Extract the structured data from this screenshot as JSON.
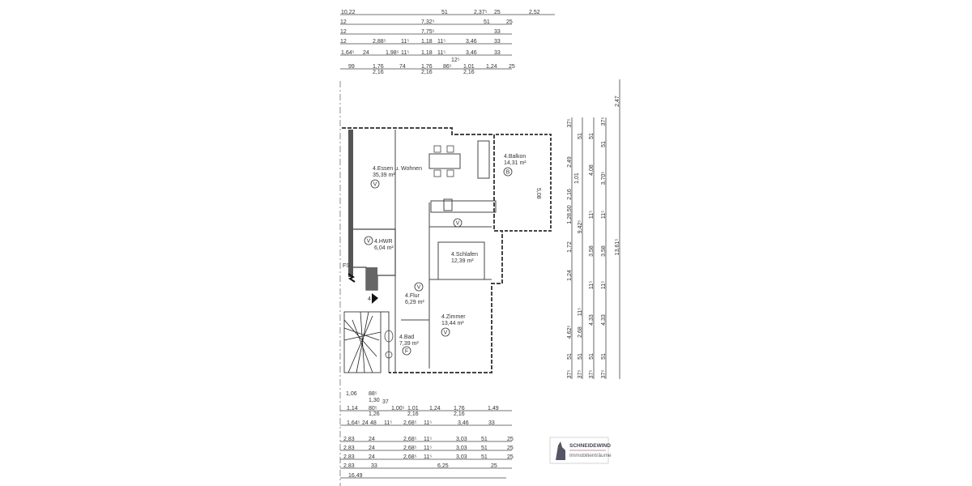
{
  "rooms": [
    {
      "name": "4.Essen u. Wohnen",
      "area": "35,39 m²",
      "tag": "V"
    },
    {
      "name": "4.Balkon",
      "area": "14,31 m²",
      "tag": "B"
    },
    {
      "name": "4.HWR",
      "area": "6,04 m²",
      "tag": "V"
    },
    {
      "name": "4.Schlafen",
      "area": "12,39 m²",
      "tag": ""
    },
    {
      "name": "4.Flur",
      "area": "6,29 m²",
      "tag": "V"
    },
    {
      "name": "4.Zimmer",
      "area": "13,44 m²",
      "tag": "V"
    },
    {
      "name": "4.Bad",
      "area": "7,39 m²",
      "tag": "F"
    }
  ],
  "extra_tags": [
    "V"
  ],
  "misc": {
    "fs": "FS",
    "stair_no": "4",
    "balcony_dim": "5,08"
  },
  "top_dims": [
    [
      "10,22",
      "51",
      "2,37⁵",
      "25",
      "2,52"
    ],
    [
      "12",
      "7,32⁵",
      "51",
      "25"
    ],
    [
      "12",
      "7,75⁵",
      "33"
    ],
    [
      "12",
      "2,88⁵",
      "11⁵",
      "1,18",
      "11⁵",
      "3,46",
      "33"
    ],
    [
      "1,64⁵",
      "24",
      "1,98⁵",
      "11⁵",
      "1,18",
      "11⁵",
      "3,46",
      "33"
    ],
    [
      "99",
      "1,76",
      "2,16",
      "74",
      "1,76",
      "2,16",
      "86⁵",
      "12⁵",
      "1,01",
      "2,16",
      "1,24",
      "25"
    ]
  ],
  "bottom_dims": [
    [
      "1,06",
      "88⁵",
      "1,30"
    ],
    [
      "1,14",
      "80⁵",
      "1,26",
      "37",
      "1,00⁵",
      "1,01",
      "2,16",
      "1,24",
      "1,76",
      "2,16",
      "1,49"
    ],
    [
      "1,64⁵",
      "24",
      "48",
      "11⁵",
      "2,68⁵",
      "11⁵",
      "3,46",
      "33"
    ],
    [
      "2,83",
      "24",
      "2,68⁵",
      "11⁵",
      "3,03",
      "51",
      "25"
    ],
    [
      "2,83",
      "24",
      "2,68⁵",
      "11⁵",
      "3,03",
      "51",
      "25"
    ],
    [
      "2,83",
      "24",
      "2,68⁵",
      "11⁵",
      "3,03",
      "51",
      "25"
    ],
    [
      "2,83",
      "33",
      "6,25",
      "25"
    ],
    [
      "16,49"
    ]
  ],
  "right_dims": [
    [
      "37⁵",
      "2,49",
      "1,01",
      "2,16",
      "1,28,50",
      "1,72",
      "1,24",
      "4,62⁵",
      "51",
      "37⁵"
    ],
    [
      "51",
      "9,42⁵",
      "11⁵",
      "2,68",
      "51",
      "37⁵"
    ],
    [
      "51",
      "4,08",
      "11⁵",
      "3,58",
      "11⁵",
      "4,33",
      "51",
      "37⁵"
    ],
    [
      "37⁵",
      "51",
      "3,70⁵",
      "11⁵",
      "3,58",
      "11⁵",
      "4,33",
      "51",
      "37⁵"
    ],
    [
      "2,47",
      "13,61⁵"
    ]
  ],
  "logo": {
    "brand": "SCHNEIDEWIND",
    "tagline": "Immobilienträume"
  },
  "colors": {
    "line": "#333333",
    "wall": "#555555",
    "logo_accent": "#8a2a3a"
  }
}
